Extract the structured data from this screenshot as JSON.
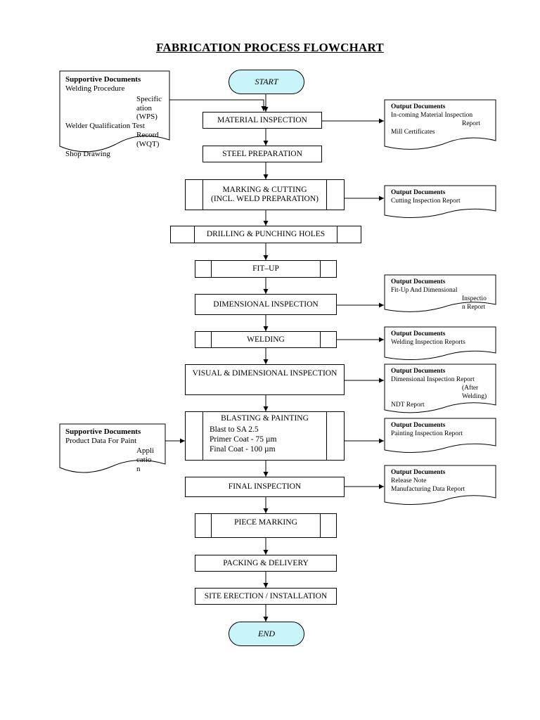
{
  "title": "FABRICATION PROCESS FLOWCHART",
  "start": "START",
  "end": "END",
  "steps": {
    "material_inspection": "MATERIAL INSPECTION",
    "steel_preparation": "STEEL PREPARATION",
    "marking_cutting_1": "MARKING & CUTTING",
    "marking_cutting_2": "(INCL. WELD PREPARATION)",
    "drilling": "DRILLING & PUNCHING HOLES",
    "fit_up": "FIT–UP",
    "dimensional_inspection": "DIMENSIONAL INSPECTION",
    "welding": "WELDING",
    "visual_dimensional": "VISUAL & DIMENSIONAL INSPECTION",
    "blasting_painting": "BLASTING & PAINTING",
    "blast_to": "Blast to  SA 2.5",
    "primer_coat": "Primer Coat - 75 µm",
    "final_coat": "Final Coat - 100 µm",
    "final_inspection": "FINAL INSPECTION",
    "piece_marking": "PIECE MARKING",
    "packing_delivery": "PACKING & DELIVERY",
    "site_erection": "SITE ERECTION / INSTALLATION"
  },
  "supportive_docs_1": {
    "heading": "Supportive Documents",
    "line1": "Welding Procedure",
    "wrap1a": "Specific",
    "wrap1b": "ation",
    "wrap1c": "(WPS)",
    "line2": "Welder Qualification Test",
    "wrap2a": "Record",
    "wrap2b": "(WQT)",
    "line3": "Shop Drawing"
  },
  "supportive_docs_2": {
    "heading": "Supportive Documents",
    "line1": "Product Data For Paint",
    "wrap1a": "Appli",
    "wrap1b": "catio",
    "wrap1c": "n"
  },
  "output_docs": {
    "material": {
      "heading": "Output Documents",
      "line1": "In-coming Material Inspection",
      "line1b": "Report",
      "line2": "Mill Certificates"
    },
    "cutting": {
      "heading": "Output Documents",
      "line1": "Cutting Inspection Report"
    },
    "fitup": {
      "heading": "Output Documents",
      "line1": "Fit-Up And Dimensional",
      "line1b": "Inspectio",
      "line1c": "n Report"
    },
    "welding": {
      "heading": "Output Documents",
      "line1": "Welding Inspection Reports"
    },
    "visual": {
      "heading": "Output Documents",
      "line1": "Dimensional Inspection Report",
      "line1b": "(After",
      "line1c": "Welding)",
      "line2": "NDT Report"
    },
    "painting": {
      "heading": "Output Documents",
      "line1": "Painting Inspection Report"
    },
    "final": {
      "heading": "Output Documents",
      "line1": "Release Note",
      "line2": "Manufacturing Data Report"
    }
  }
}
